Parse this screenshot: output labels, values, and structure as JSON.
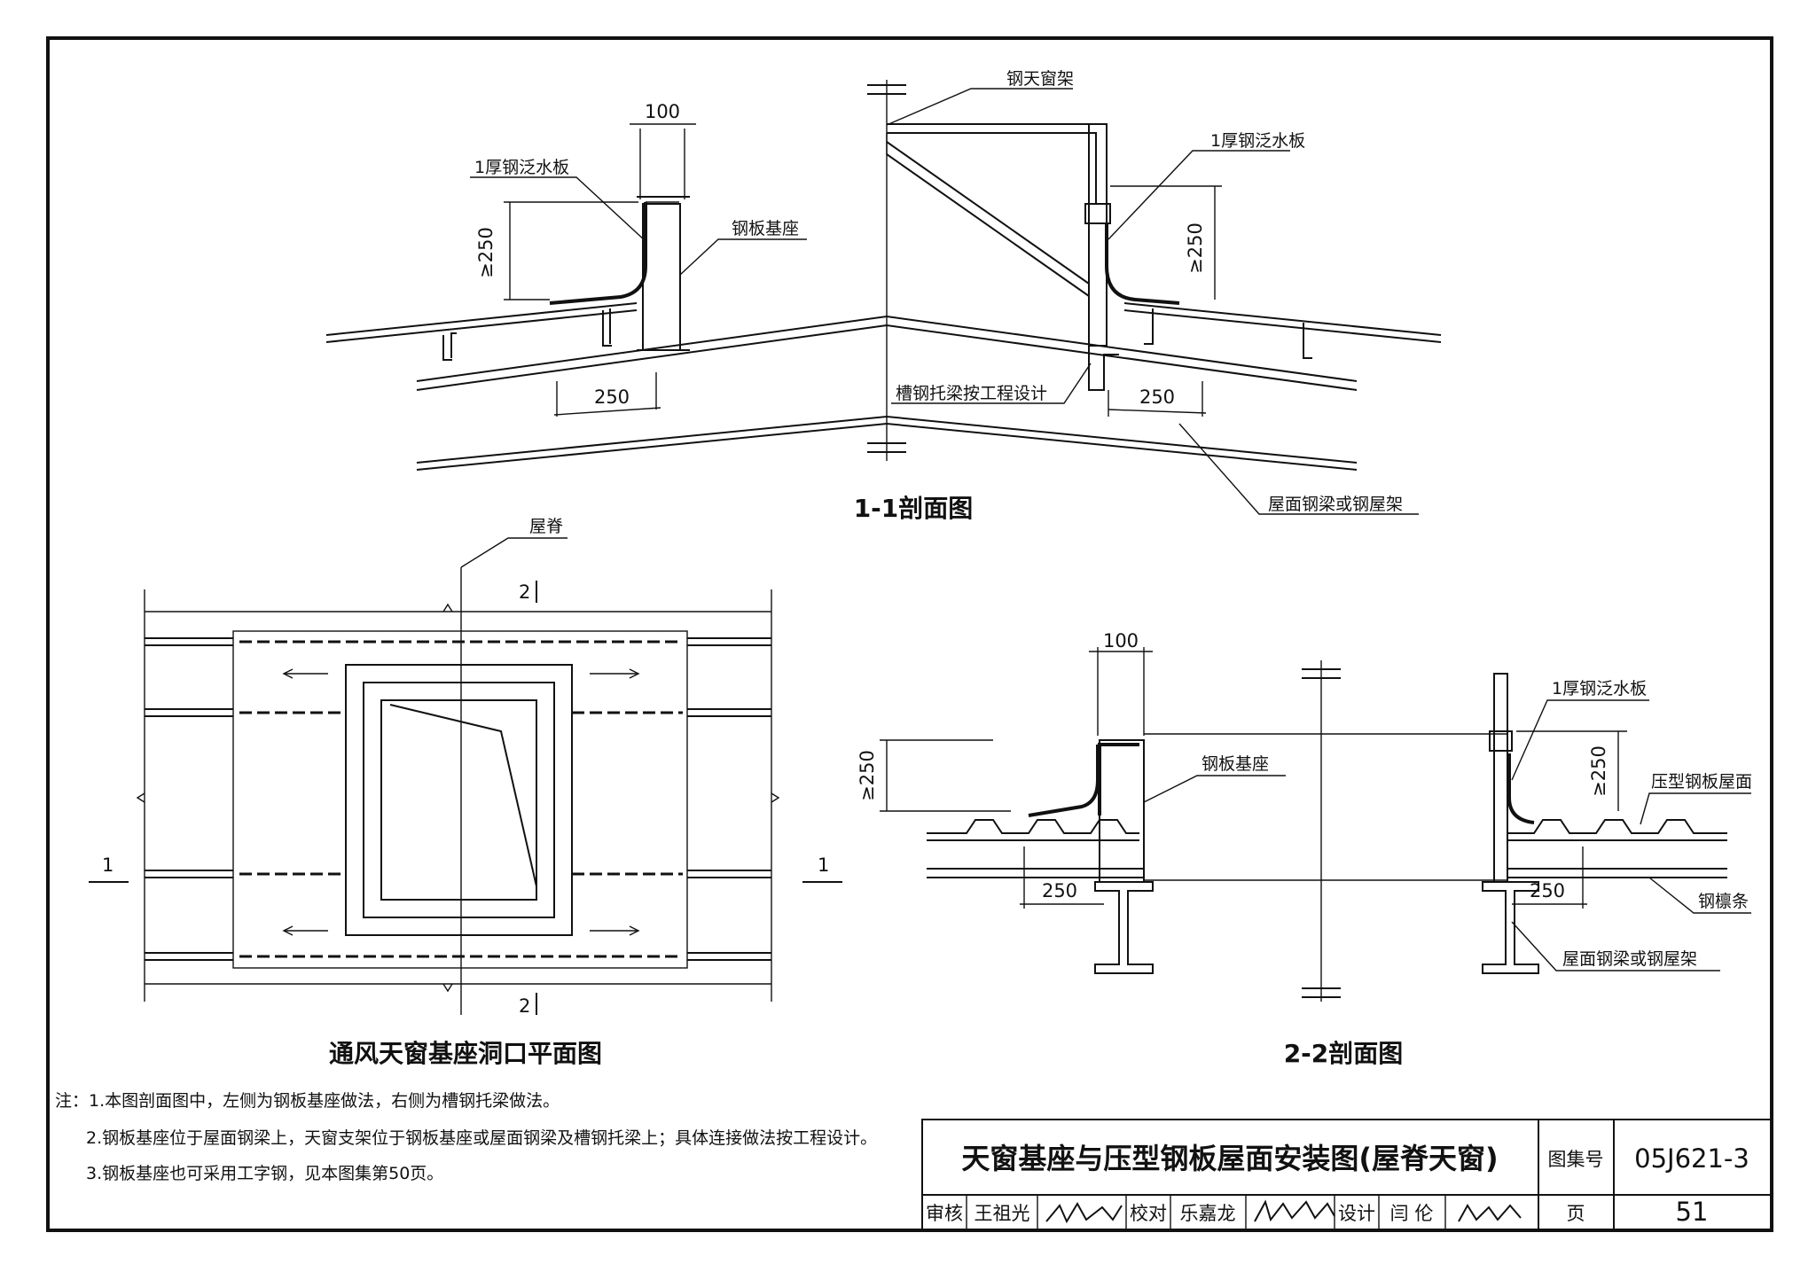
{
  "section_1_1": {
    "title": "1-1剖面图",
    "labels": {
      "steel_window_frame": "钢天窗架",
      "flashing_left": "1厚钢泛水板",
      "flashing_right": "1厚钢泛水板",
      "steel_plate_base": "钢板基座",
      "channel_beam": "槽钢托梁按工程设计",
      "roof_beam": "屋面钢梁或钢屋架"
    },
    "dims": {
      "top_width": "100",
      "left_height": "≥250",
      "right_height": "≥250",
      "left_bottom": "250",
      "right_bottom": "250"
    }
  },
  "plan": {
    "title": "通风天窗基座洞口平面图",
    "ridge_label": "屋脊",
    "section_mark_2_top": "2",
    "section_mark_2_bottom": "2",
    "section_mark_1_left": "1",
    "section_mark_1_right": "1"
  },
  "section_2_2": {
    "title": "2-2剖面图",
    "labels": {
      "steel_plate_base": "钢板基座",
      "flashing": "1厚钢泛水板",
      "profiled_roof": "压型钢板屋面",
      "purlin": "钢檩条",
      "roof_beam": "屋面钢梁或钢屋架"
    },
    "dims": {
      "top_width": "100",
      "left_height": "≥250",
      "right_height": "≥250",
      "left_bottom": "250",
      "right_bottom": "250"
    }
  },
  "notes": [
    "注：1.本图剖面图中，左侧为钢板基座做法，右侧为槽钢托梁做法。",
    "2.钢板基座位于屋面钢梁上，天窗支架位于钢板基座或屋面钢梁及槽钢托梁上；具体连接做法按工程设计。",
    "3.钢板基座也可采用工字钢，见本图集第50页。"
  ],
  "title_block": {
    "drawing_title": "天窗基座与压型钢板屋面安装图(屋脊天窗)",
    "atlas_label": "图集号",
    "atlas_number": "05J621-3",
    "review_label": "审核",
    "review_name": "王祖光",
    "check_label": "校对",
    "check_name": "乐嘉龙",
    "design_label": "设计",
    "design_name": "闫 伦",
    "page_label": "页",
    "page_number": "51",
    "signatures": [
      "王祖光",
      "乐嘉龙",
      "闫伦"
    ]
  }
}
